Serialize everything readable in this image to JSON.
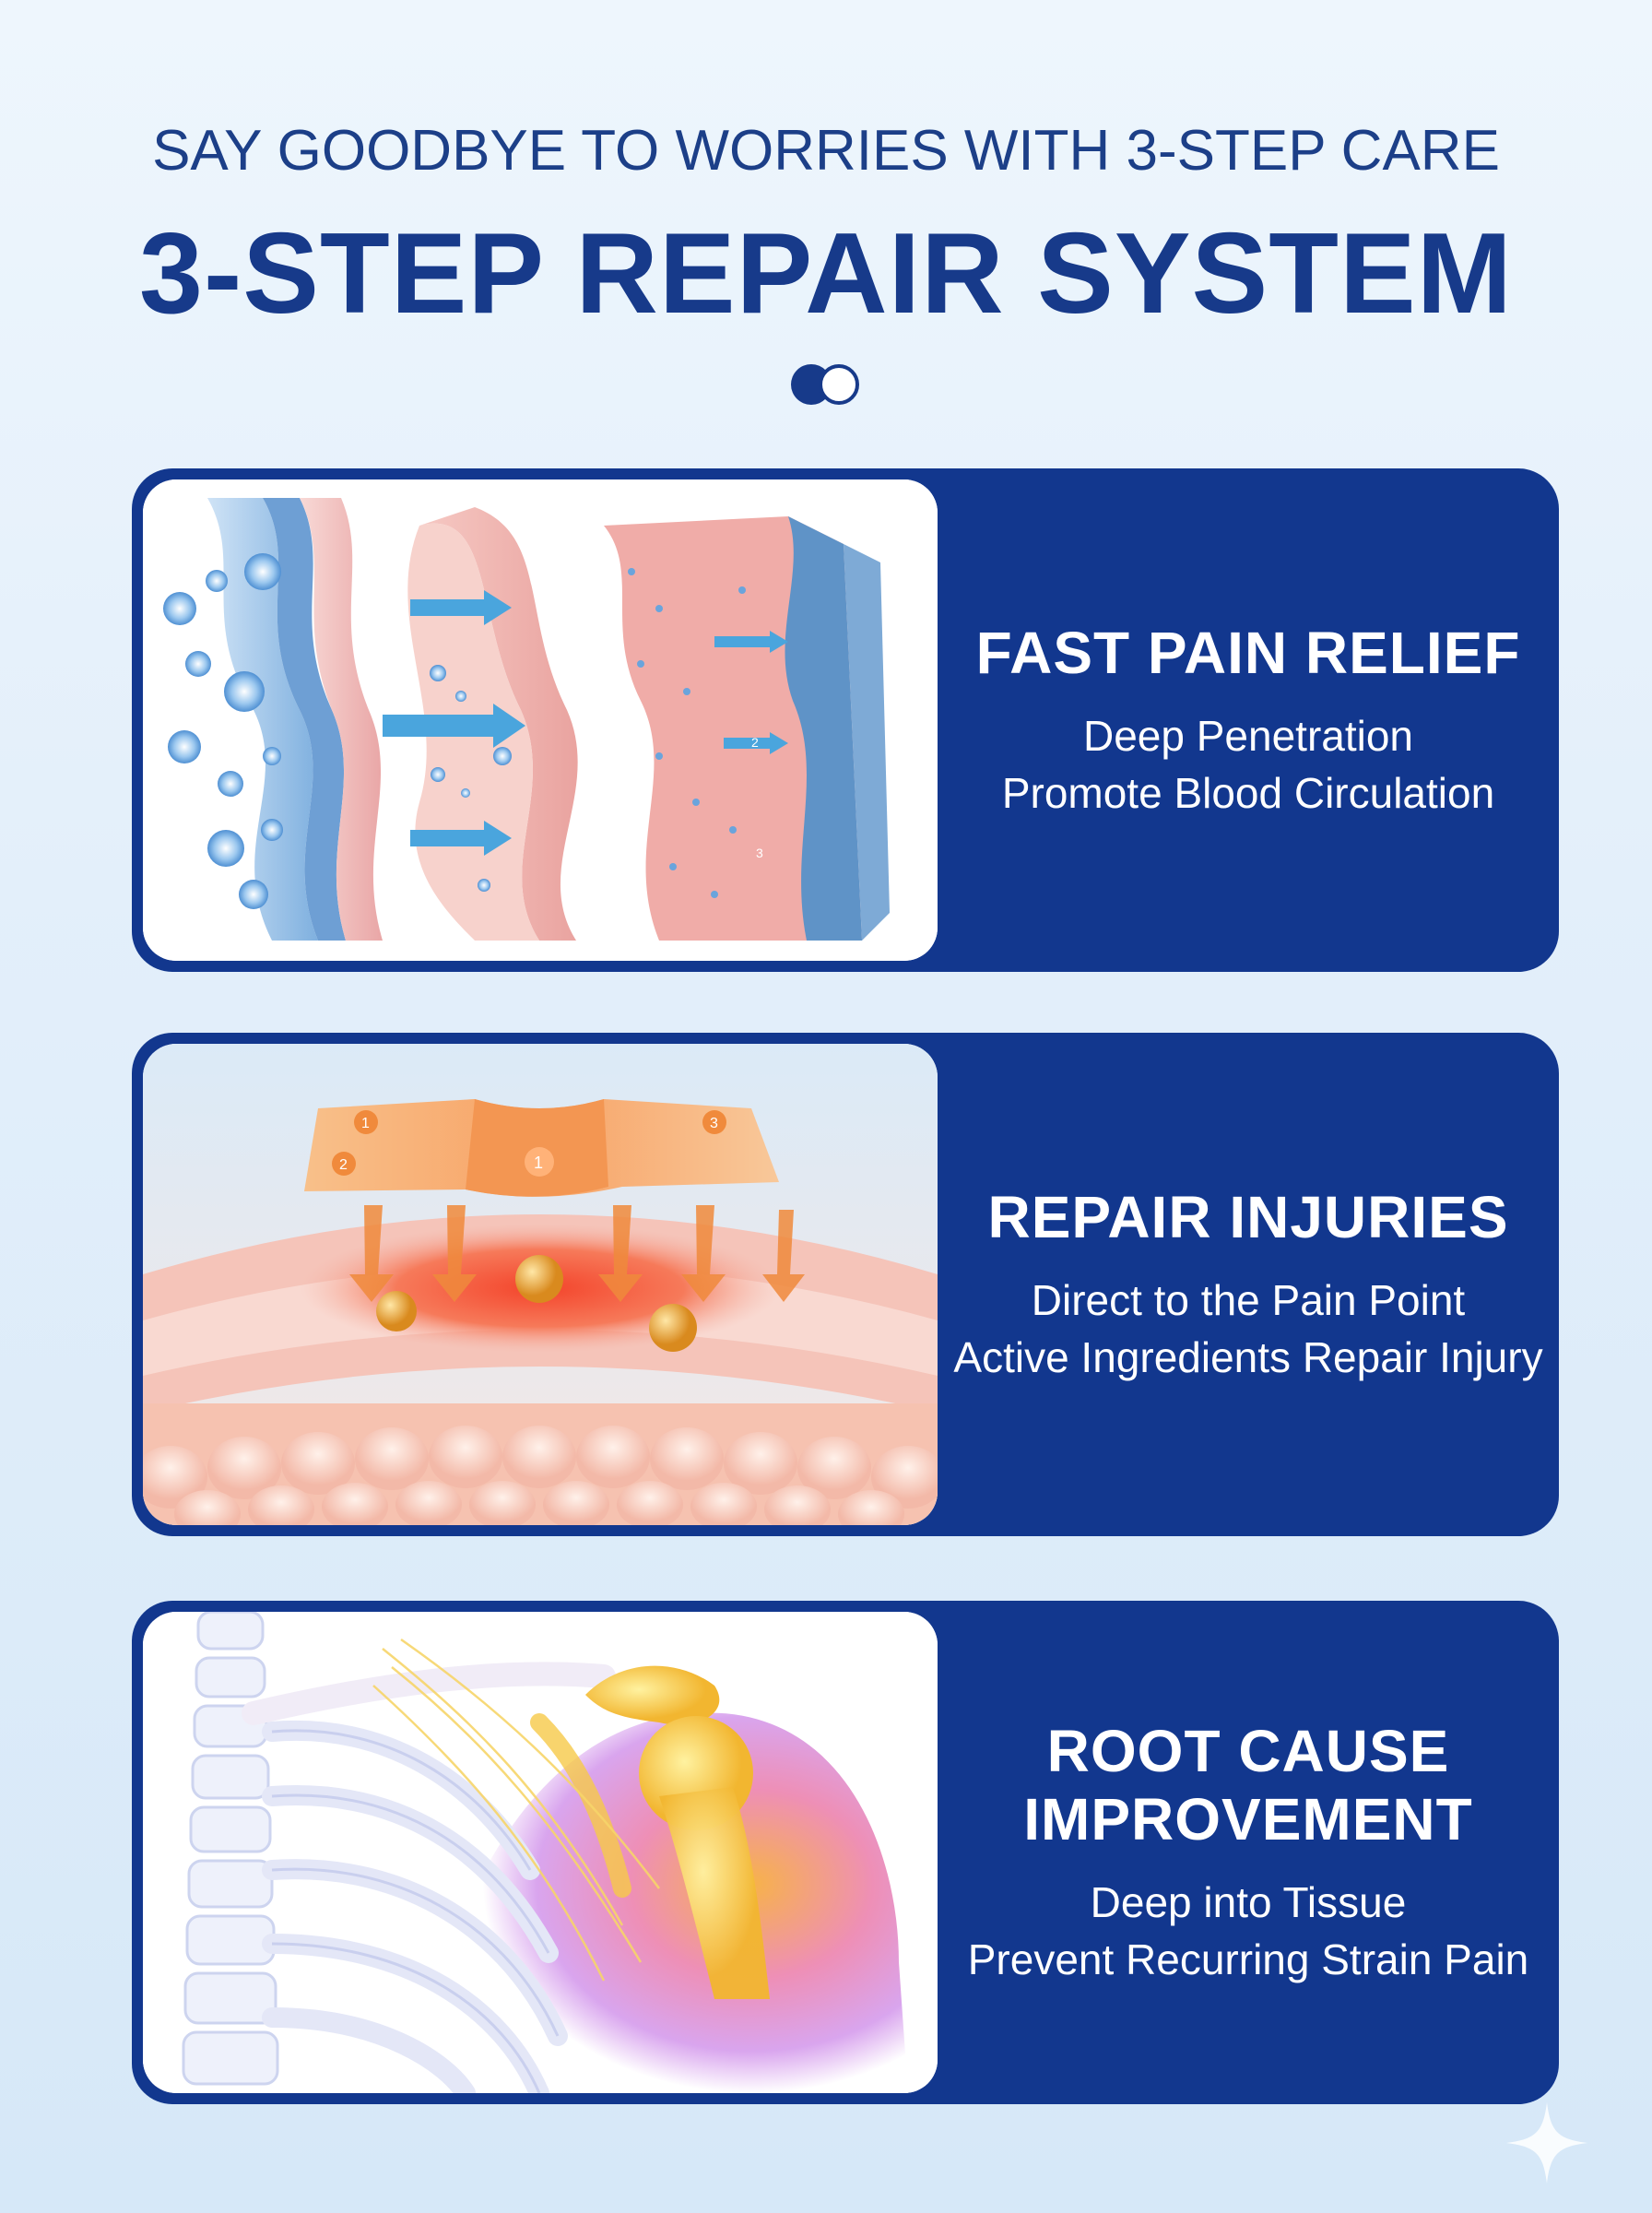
{
  "header": {
    "subtitle": "SAY GOODBYE TO WORRIES WITH 3-STEP CARE",
    "title": "3-STEP REPAIR SYSTEM"
  },
  "steps": [
    {
      "heading": "FAST PAIN RELIEF",
      "lines": [
        "Deep Penetration",
        "Promote Blood Circulation"
      ],
      "illustration": "skin-layers-penetration-illustration",
      "markers": [
        "2",
        "3"
      ]
    },
    {
      "heading": "REPAIR INJURIES",
      "lines": [
        "Direct to the Pain Point",
        "Active Ingredients Repair Injury"
      ],
      "illustration": "heat-patch-on-skin-illustration",
      "markers": [
        "1",
        "2",
        "3",
        "1"
      ]
    },
    {
      "heading": "ROOT CAUSE IMPROVEMENT",
      "heading_lines": [
        "ROOT CAUSE",
        "IMPROVEMENT"
      ],
      "lines": [
        "Deep into Tissue",
        "Prevent Recurring Strain Pain"
      ],
      "illustration": "shoulder-skeleton-illustration"
    }
  ],
  "colors": {
    "brand_blue": "#12378e",
    "title_blue": "#173a8a",
    "background": "#e3effa"
  }
}
